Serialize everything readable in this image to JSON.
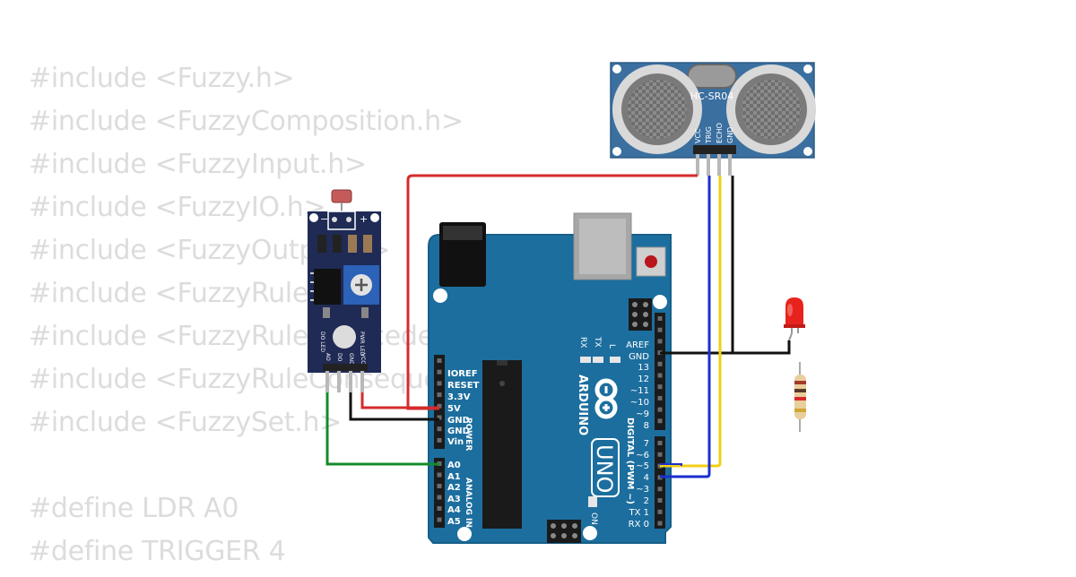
{
  "code_lines": [
    "#include <Fuzzy.h>",
    "#include <FuzzyComposition.h>",
    "#include <FuzzyInput.h>",
    "#include <FuzzyIO.h>",
    "#include <FuzzyOutput.h>",
    "#include <FuzzyRule.h>",
    "#include <FuzzyRuleAntecedent.h>",
    "#include <FuzzyRuleConsequent.h>",
    "#include <FuzzySet.h>",
    "",
    "#define LDR A0",
    "#define TRIGGER 4"
  ],
  "sensor": {
    "title": "HC-SR04",
    "pins": [
      "VCC",
      "TRIG",
      "ECHO",
      "GND"
    ]
  },
  "ldr_module": {
    "minus": "−",
    "plus": "+",
    "led_labels": [
      "DO LED",
      "PWR LED"
    ],
    "pins": [
      "AO",
      "DO",
      "GND",
      "VCC"
    ]
  },
  "arduino": {
    "brand": "ARDUINO",
    "model": "UNO",
    "power_header": [
      "IOREF",
      "RESET",
      "3.3V",
      "5V",
      "GND",
      "GND",
      "Vin"
    ],
    "analog_header": [
      "A0",
      "A1",
      "A2",
      "A3",
      "A4",
      "A5"
    ],
    "power_label": "POWER",
    "analog_label": "ANALOG IN",
    "digital_label": "DIGITAL (PWM ~)",
    "digital_top": [
      "AREF",
      "GND",
      "13",
      "12",
      "~11",
      "~10",
      "~9",
      "8"
    ],
    "digital_bottom": [
      "7",
      "~6",
      "~5",
      "4",
      "~3",
      "2",
      "TX 1",
      "RX 0"
    ],
    "led_labels": [
      "RX",
      "TX",
      "L"
    ],
    "on_label": "ON"
  },
  "colors": {
    "board": "#1c6e9e",
    "sensor": "#3a6fa0",
    "module": "#1f2a55",
    "wire_red": "#d52b2b",
    "wire_black": "#111111",
    "wire_blue": "#1b2fcf",
    "wire_yellow": "#f2cf16",
    "wire_green": "#138b2c",
    "led": "#e8231e"
  }
}
